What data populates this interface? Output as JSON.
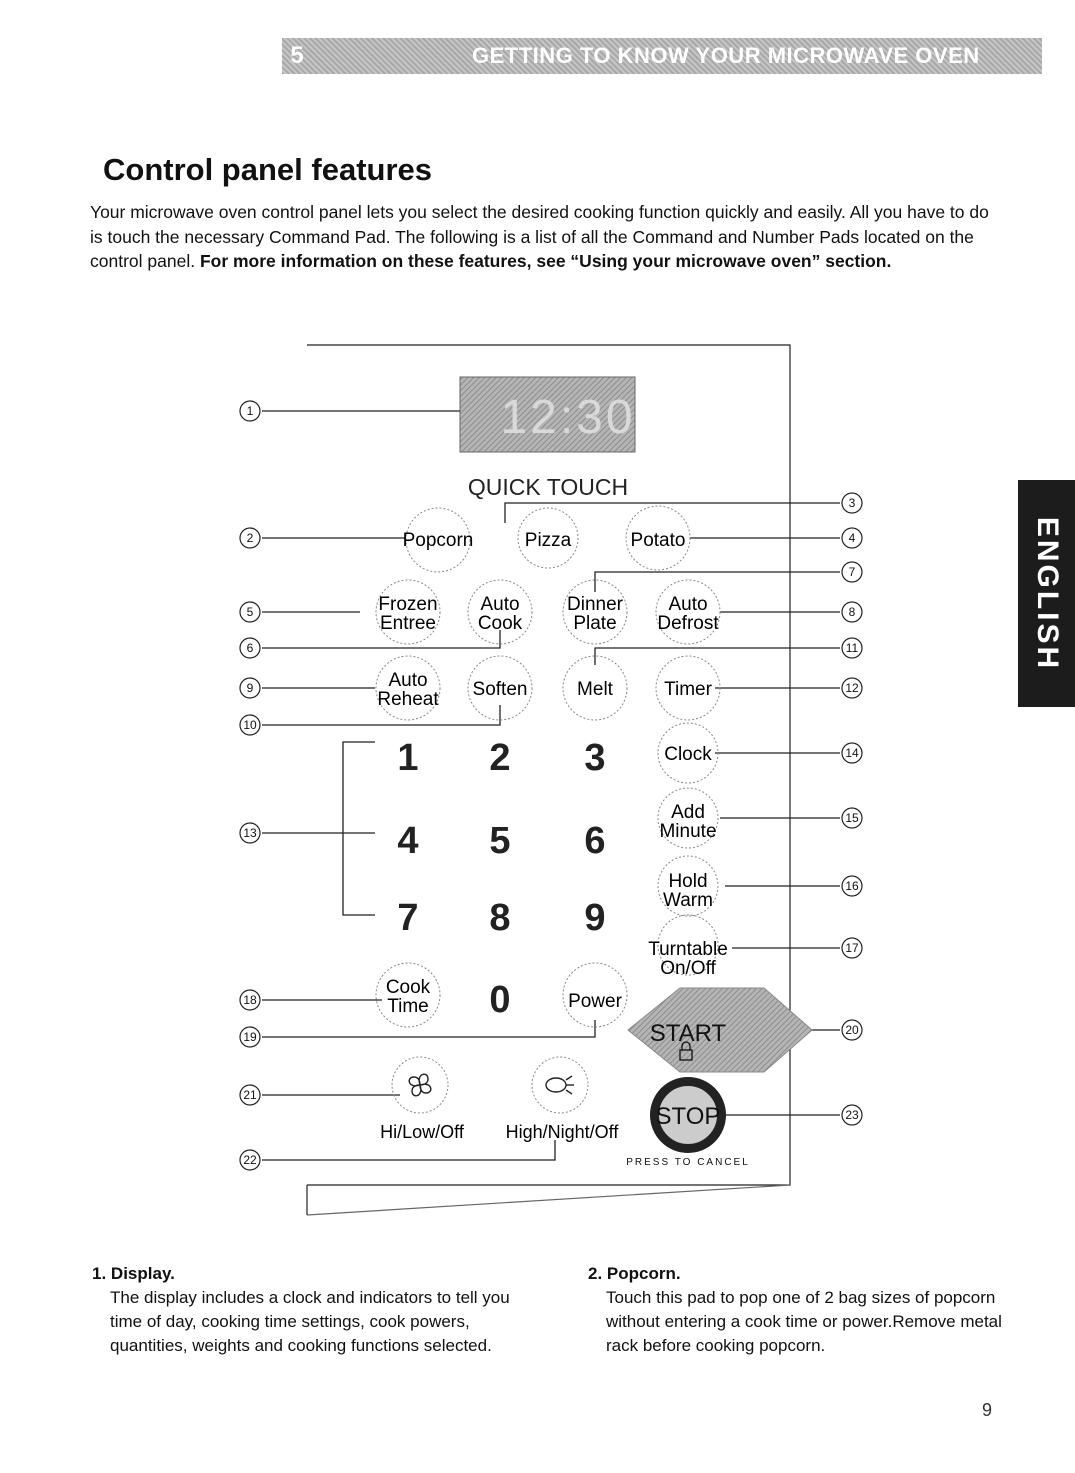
{
  "header": {
    "page_badge": "5",
    "title": "GETTING TO KNOW YOUR MICROWAVE OVEN"
  },
  "title": "Control panel features",
  "intro": {
    "text": "Your microwave oven control panel lets you select the desired cooking function quickly and easily. All you have to do is touch the necessary Command Pad. The following is a list of all the Command and Number Pads located on the control panel. ",
    "bold": "For more information on these features, see “Using your microwave oven” section."
  },
  "side_tab": "ENGLISH",
  "panel": {
    "display": "12:30",
    "brand": "QUICK TOUCH",
    "pads": {
      "popcorn": "Popcorn",
      "pizza": "Pizza",
      "potato": "Potato",
      "frozen1": "Frozen",
      "frozen2": "Entree",
      "autocook1": "Auto",
      "autocook2": "Cook",
      "dinner1": "Dinner",
      "dinner2": "Plate",
      "autodefrost1": "Auto",
      "autodefrost2": "Defrost",
      "autoreheat1": "Auto",
      "autoreheat2": "Reheat",
      "soften": "Soften",
      "melt": "Melt",
      "timer": "Timer",
      "clock": "Clock",
      "addminute1": "Add",
      "addminute2": "Minute",
      "holdwarm1": "Hold",
      "holdwarm2": "Warm",
      "turntable1": "Turntable",
      "turntable2": "On/Off",
      "cooktime1": "Cook",
      "cooktime2": "Time",
      "power": "Power",
      "start": "START",
      "stop": "STOP",
      "press_cancel": "PRESS TO CANCEL",
      "fan_label": "Hi/Low/Off",
      "light_label": "High/Night/Off"
    },
    "numbers": [
      "1",
      "2",
      "3",
      "4",
      "5",
      "6",
      "7",
      "8",
      "9",
      "0"
    ],
    "callouts": [
      "1",
      "2",
      "3",
      "4",
      "5",
      "6",
      "7",
      "8",
      "9",
      "10",
      "11",
      "12",
      "13",
      "14",
      "15",
      "16",
      "17",
      "18",
      "19",
      "20",
      "21",
      "22",
      "23"
    ]
  },
  "items": [
    {
      "num": "1.",
      "term": "Display.",
      "text": "The display includes a clock and indicators to tell you time of day, cooking time settings, cook powers, quantities, weights and cooking functions selected."
    },
    {
      "num": "2.",
      "term": "Popcorn.",
      "text": "Touch this pad to pop one of 2 bag sizes of popcorn without entering a cook time or power.Remove metal rack before cooking popcorn."
    }
  ],
  "page_number": "9"
}
